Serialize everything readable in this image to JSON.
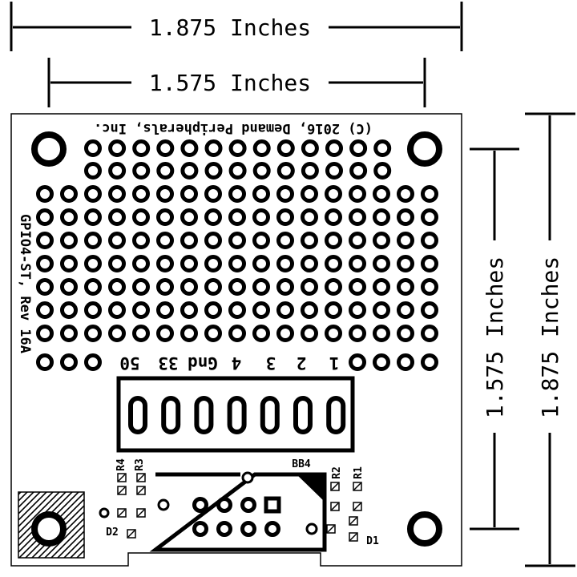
{
  "dimensions": {
    "outer_width": "1.875 Inches",
    "inner_width": "1.575 Inches",
    "inner_height": "1.575 Inches",
    "outer_height": "1.875 Inches"
  },
  "board": {
    "copyright": "(C) 2016, Demand Peripherals, Inc.",
    "model": "GPIO4-ST, Rev 16A",
    "pin_labels": [
      "50",
      "33",
      "Gnd",
      "4",
      "3",
      "2",
      "1"
    ],
    "connector_label": "BB4",
    "resistors": [
      "R4",
      "R3",
      "R2",
      "R1"
    ],
    "diodes": [
      "D2",
      "D1"
    ]
  }
}
